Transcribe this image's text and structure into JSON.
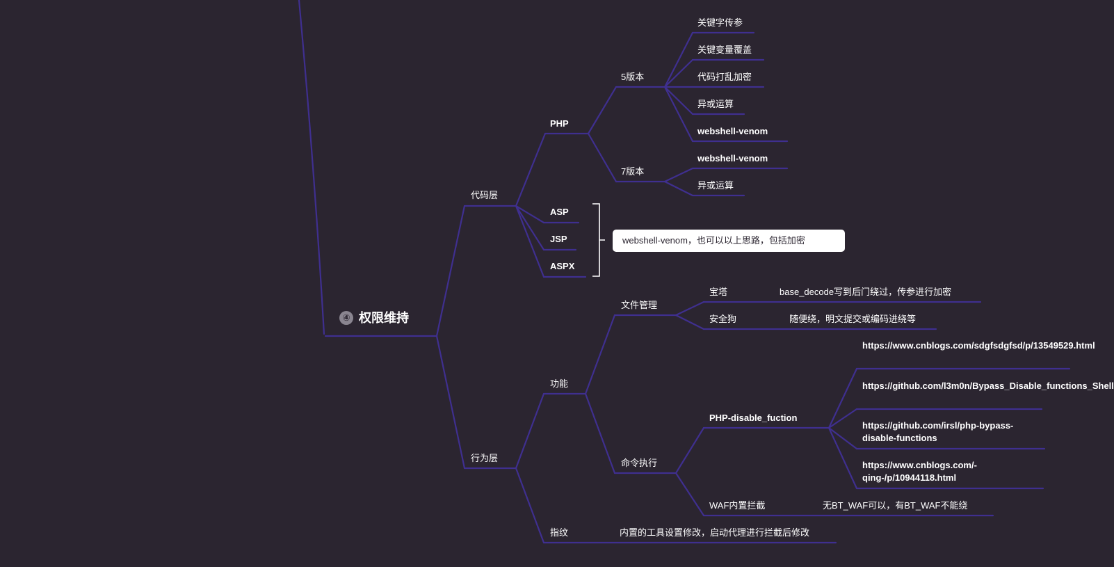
{
  "root": {
    "number": "④",
    "title": "权限维持"
  },
  "code_layer": {
    "label": "代码层",
    "php": {
      "label": "PHP",
      "v5": {
        "label": "5版本",
        "items": [
          "关键字传参",
          "关键变量覆盖",
          "代码打乱加密",
          "异或运算",
          "webshell-venom"
        ]
      },
      "v7": {
        "label": "7版本",
        "items": [
          "webshell-venom",
          "异或运算"
        ]
      }
    },
    "asp": "ASP",
    "jsp": "JSP",
    "aspx": "ASPX",
    "callout": "webshell-venom，也可以以上思路，包括加密"
  },
  "behavior_layer": {
    "label": "行为层",
    "function": {
      "label": "功能",
      "file_mgmt": {
        "label": "文件管理",
        "baota": {
          "label": "宝塔",
          "note": "base_decode写到后门绕过，传参进行加密"
        },
        "anquangou": {
          "label": "安全狗",
          "note": "随便绕，明文提交或编码进绕等"
        }
      },
      "cmd_exec": {
        "label": "命令执行",
        "php_disable": {
          "label": "PHP-disable_fuction",
          "links": [
            "https://www.cnblogs.com/sdgfsdgfsd/p/13549529.html",
            "https://github.com/l3m0n/Bypass_Disable_functions_Shell",
            "https://github.com/irsl/php-bypass-disable-functions",
            "https://www.cnblogs.com/-qing-/p/10944118.html"
          ]
        },
        "waf": {
          "label": "WAF内置拦截",
          "note": "无BT_WAF可以，有BT_WAF不能绕"
        }
      }
    },
    "fingerprint": {
      "label": "指纹",
      "note": "内置的工具设置修改，启动代理进行拦截后修改"
    }
  }
}
